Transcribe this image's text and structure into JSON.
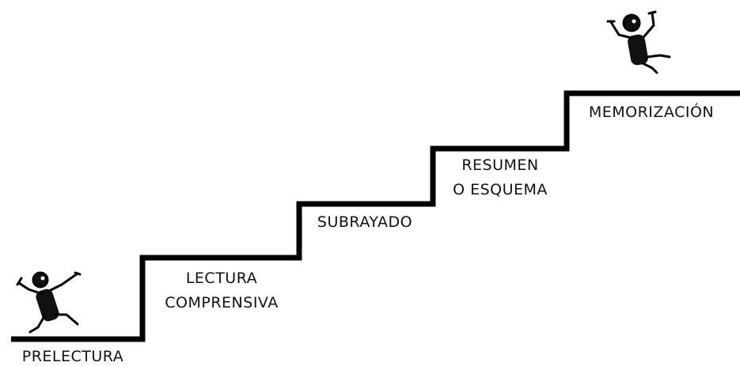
{
  "steps": [
    {
      "lines": [
        "PRELECTURA"
      ]
    },
    {
      "lines": [
        "LECTURA",
        "COMPRENSIVA"
      ]
    },
    {
      "lines": [
        "SUBRAYADO"
      ]
    },
    {
      "lines": [
        "RESUMEN",
        "O ESQUEMA"
      ]
    },
    {
      "lines": [
        "MEMORIZACIÓN"
      ]
    }
  ],
  "figures": {
    "bottom": "climbing-stick-figure",
    "top": "celebrating-stick-figure"
  }
}
